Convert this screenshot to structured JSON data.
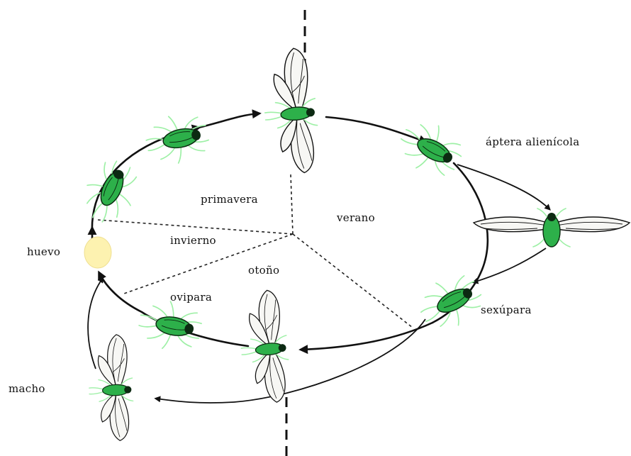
{
  "diagram": {
    "colors": {
      "aphid_body": "#2db04a",
      "aphid_legs": "#9ef0a6",
      "egg": "#fdf2b0",
      "lines": "#111111"
    },
    "seasons": {
      "spring": "primavera",
      "summer": "verano",
      "winter": "invierno",
      "autumn": "otoño"
    },
    "stages": {
      "wingless": "áptera alienícola",
      "sexupara": "sexúpara",
      "oviparous": "ovipara",
      "male": "macho",
      "egg": "huevo"
    },
    "icons": [
      "aphid-wingless-icon",
      "aphid-winged-icon",
      "egg-icon"
    ]
  }
}
